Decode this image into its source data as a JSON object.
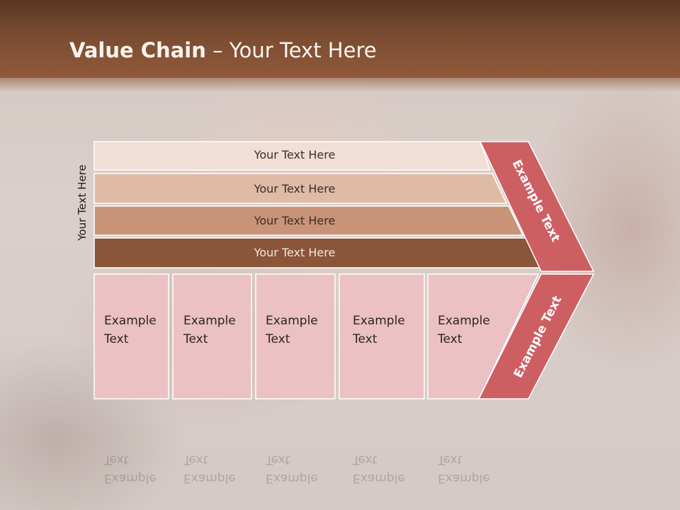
{
  "title": {
    "bold": "Value Chain",
    "rest": " – Your Text Here"
  },
  "side_label": "Your Text Here",
  "bands": [
    "Your Text Here",
    "Your Text Here",
    "Your Text Here",
    "Your Text Here"
  ],
  "cells": [
    {
      "line1": "Example",
      "line2": "Text"
    },
    {
      "line1": "Example",
      "line2": "Text"
    },
    {
      "line1": "Example",
      "line2": "Text"
    },
    {
      "line1": "Example",
      "line2": "Text"
    },
    {
      "line1": "Example",
      "line2": "Text"
    }
  ],
  "arrow": {
    "upper_label": "Example Text",
    "lower_label": "Example Text"
  },
  "colors": {
    "header": "#7a4c31",
    "band1": "#efdfd6",
    "band2": "#dfbba5",
    "band3": "#c89376",
    "band4": "#8b5539",
    "cell": "#ebc1c3",
    "arrow": "#cd5f63",
    "arrow_dark": "#b24e52"
  }
}
